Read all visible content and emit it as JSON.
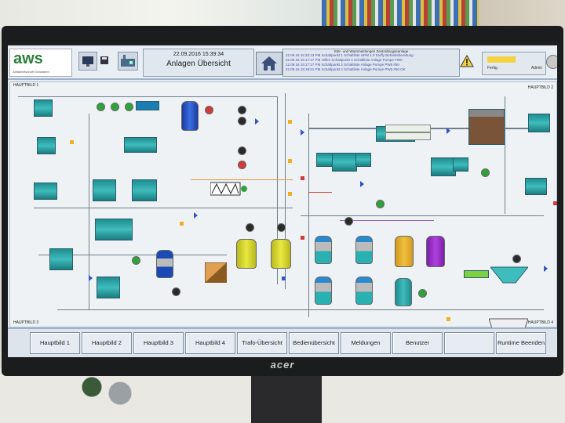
{
  "header": {
    "logo_text": "aws",
    "logo_subtitle": "Abfallwirtschaft Schwaben",
    "datetime": "22.09.2016 15:39:34",
    "title": "Anlagen Übersicht"
  },
  "alarm_panel": {
    "heading": "Stör- und Warnmeldungen Zentralbiogasanlage",
    "rows": [
      {
        "date": "22.09.16",
        "time": "15:33:13 PM",
        "text": "Schaltpunkt 1 Schaltliste HPM 1.0 Stoffy Betriebsbereitung"
      },
      {
        "date": "22.09.16",
        "time": "15:17:17 PM",
        "text": "Hilfen Schaltpunkt 3 Schaltliste Anlage Pumpe FW0"
      },
      {
        "date": "22.09.16",
        "time": "15:17:17 PM",
        "text": "Schaltpunkt 2 Schaltliste Anlage Pumpe PW6 #50"
      },
      {
        "date": "22.09.16",
        "time": "15:19:21 PM",
        "text": "Schaltpunkt 2 Schaltliste Anlage Pumpe PW6 #50 OK"
      }
    ]
  },
  "status_panel": {
    "left_label": "Fertig",
    "right_label": "Admin"
  },
  "sections": {
    "s1": "HAUPTBILD 1",
    "s2": "HAUPTBILD 2",
    "s3": "HAUPTBILD 3",
    "s4": "HAUPTBILD 4"
  },
  "footer_buttons": [
    {
      "label": "Hauptbild 1"
    },
    {
      "label": "Hauptbild 2"
    },
    {
      "label": "Hauptbild 3"
    },
    {
      "label": "Hauptbild 4"
    },
    {
      "label": "Trafo-Übersicht"
    },
    {
      "label": "Bedienübersicht"
    },
    {
      "label": "Meldungen"
    },
    {
      "label": "Benutzer"
    },
    {
      "label": ""
    },
    {
      "label": "Runtime Beenden"
    }
  ],
  "monitor_brand": "acer",
  "colors": {
    "tank": "#2aa3a6",
    "pipe": "#6f7f8c",
    "valve": "#2f55c8",
    "alarm_text": "#4054a8",
    "warning": "#f2d240"
  }
}
